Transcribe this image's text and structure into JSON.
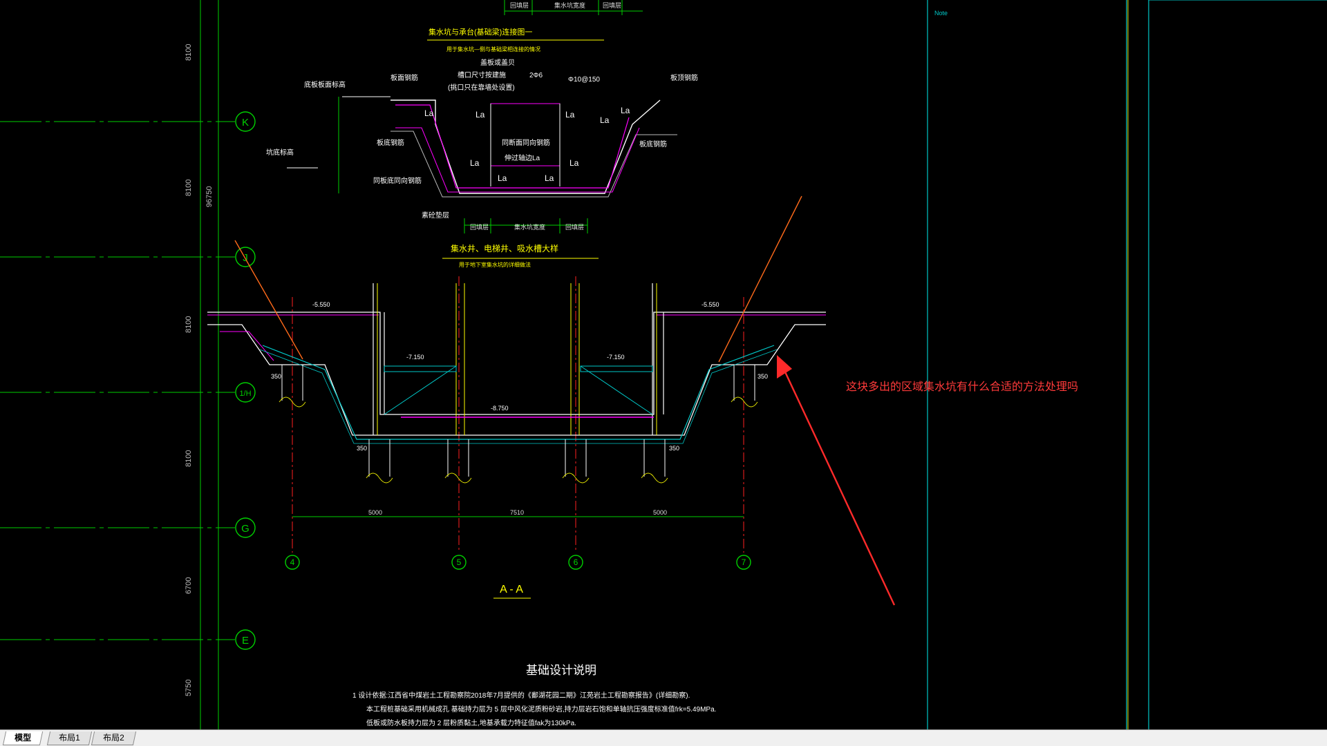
{
  "layout_tabs": [
    {
      "label": "模型",
      "active": true
    },
    {
      "label": "布局1",
      "active": false
    },
    {
      "label": "布局2",
      "active": false
    }
  ],
  "annotation": "这块多出的区域集水坑有什么合适的方法处理吗",
  "note_label": "Note",
  "grid": {
    "axes": [
      {
        "label": "K"
      },
      {
        "label": "J"
      },
      {
        "label": "1/H"
      },
      {
        "label": "G"
      },
      {
        "label": "E"
      }
    ],
    "columns": [
      {
        "label": "4"
      },
      {
        "label": "5"
      },
      {
        "label": "6"
      },
      {
        "label": "7"
      }
    ],
    "spacings": [
      "8100",
      "8100",
      "8100",
      "8100",
      "6700",
      "5750"
    ],
    "total": "96750"
  },
  "detail1": {
    "title": "集水坑与承台(基础梁)连接图一",
    "subtitle": "用于集水坑—侧与基础梁相连接的情况",
    "labels": {
      "cover": "盖板或盖贝",
      "opening": "槽口尺寸按建施",
      "opening_note": "(挑口只在靠墙处设置)",
      "bar_2": "2Φ6",
      "bar_stirrup": "Φ10@150",
      "top_rebar_left": "板面钢筋",
      "top_rebar_right": "板顶钢筋",
      "bottom_rebar_left": "板底钢筋",
      "bottom_rebar_right": "板底钢筋",
      "slab_top_level": "底板板面标高",
      "pit_bottom_level": "坑底标高",
      "same_dir_rebar": "同板底同向钢筋",
      "same_section_rebar": "同断面同向钢筋",
      "anchor": "伸过轴边La",
      "bedding": "素砼垫层",
      "la": "La"
    },
    "dims_top": [
      "回填层",
      "集水坑宽度",
      "回填层"
    ],
    "dims_bottom": [
      "回填层",
      "集水坑宽度",
      "回填层"
    ]
  },
  "detail2": {
    "title": "集水井、电梯井、吸水槽大样",
    "subtitle": "用于地下室集水坑的详细做法",
    "levels": [
      "-5.550",
      "-5.550",
      "-7.150",
      "-7.150",
      "-8.750"
    ],
    "dims": [
      "5000",
      "7510",
      "5000"
    ],
    "pile_dims": [
      "350",
      "350",
      "350",
      "350"
    ],
    "section_label": "A - A"
  },
  "notes": {
    "title": "基础设计说明",
    "lines": [
      "1 设计依据:江西省中煤岩土工程勘察院2018年7月提供的《鄱湖花园二期》江苑岩土工程勘察报告》(详细勘察).",
      "本工程桩基础采用机械成孔 基础持力层为 5 层中风化泥质粉砂岩,持力层岩石饱和单轴抗压强度标准值frk=5.49MPa.",
      "低板或防水板持力层为 2 层粉质黏土,地基承载力特征值fak为130kPa."
    ]
  }
}
